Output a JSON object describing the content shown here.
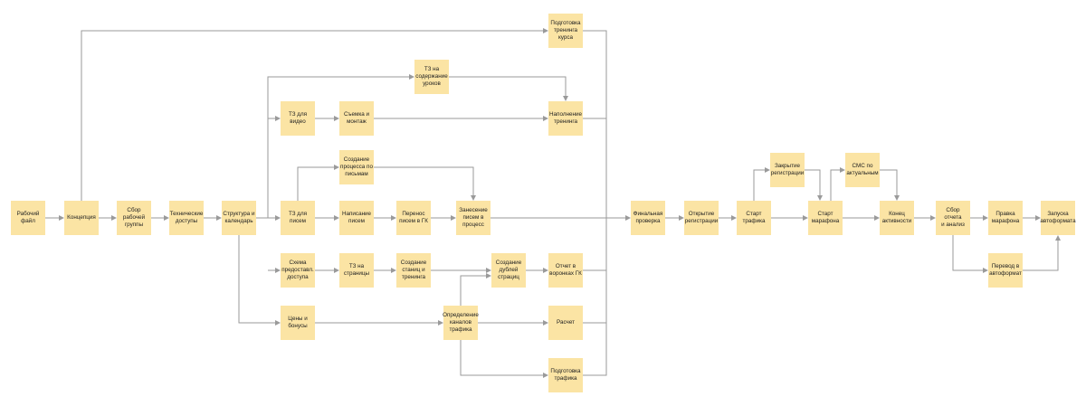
{
  "diagram": {
    "colors": {
      "node_fill": "#fbe4a4",
      "edge": "#9a9a9a",
      "text": "#222222"
    },
    "nodes": {
      "working_file": "Рабочий\nфайл",
      "concept": "Концепция",
      "gather_group": "Сбор\nрабочей\nгруппы",
      "tech_access": "Технические\nдоступы",
      "structure_calendar": "Структура и\nкалендарь",
      "training_prep": "Подготовка\nтренинга\nкурса",
      "tz_lessons": "ТЗ на\nсодержание\nуроков",
      "tz_video": "ТЗ для\nвидео",
      "shooting": "Съемка и\nмонтаж",
      "training_fill": "Наполнение\nтренинга",
      "letters_process": "Создание\nпроцесса по\nписьмам",
      "tz_letters": "ТЗ для\nписем",
      "writing_letters": "Написание\nписем",
      "transfer_letters": "Перенос\nписем в ГК",
      "entering_letters": "Занесение\nписем в\nпроцесс",
      "access_scheme": "Схема\nпредоставл.\nдоступа",
      "tz_pages": "ТЗ на\nстраницы",
      "pages_training": "Создание\nстаниц и\nтренинга",
      "duplicate_pages": "Создание\nдублей\nстрациц",
      "funnel_report": "Отчет в\nворонках ГК",
      "prices_bonuses": "Цены и\nбонусы",
      "traffic_channels": "Определение\nканалов\nтрафика",
      "calculation": "Расчет",
      "traffic_prep": "Подготовка\nтрафика",
      "final_check": "Финальная\nпроверка",
      "reg_open": "Открытие\nрегистрации",
      "traffic_start": "Старт\nтрафика",
      "reg_close": "Закрытие\nрегистрации",
      "marathon_start": "Старт\nмарафона",
      "sms_actual": "СМС по\nактуальным",
      "activity_end": "Конец\nактивности",
      "report_analysis": "Сбор отчета\nи анализ",
      "marathon_edit": "Правка\nмарафона",
      "autoformat_transfer": "Перевод в\nавтоформат",
      "autoformat_launch": "Запуска\nавтоформата"
    }
  }
}
